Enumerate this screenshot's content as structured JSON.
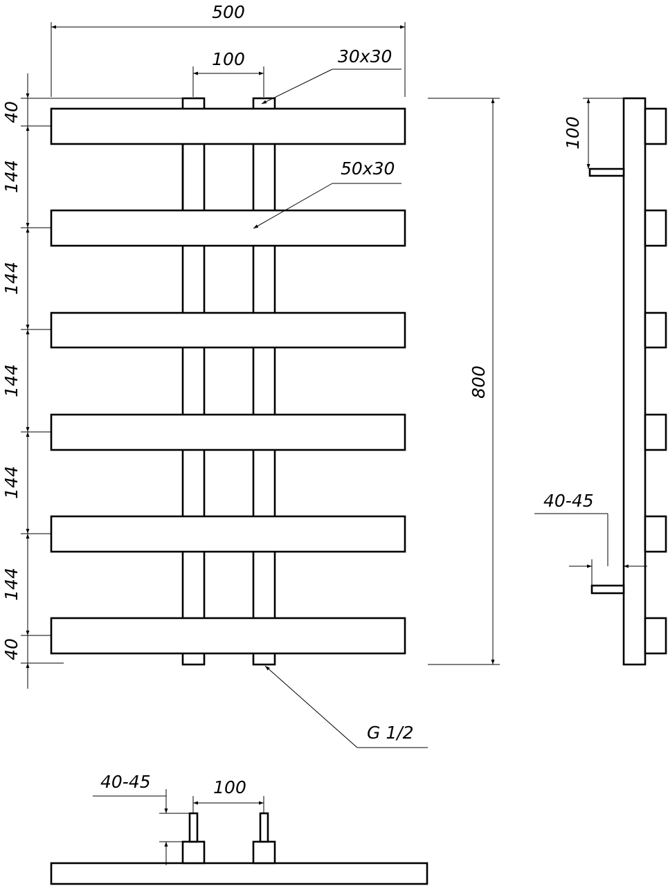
{
  "drawing": {
    "dimensions": {
      "overall_width": "500",
      "pipe_spacing_top": "100",
      "pipe_size": "30x30",
      "bar_size": "50x30",
      "overall_height": "800",
      "top_offset": "40",
      "bar_pitch": [
        "144",
        "144",
        "144",
        "144",
        "144"
      ],
      "bottom_offset": "40",
      "connection_thread": "G 1/2",
      "side_bracket_offset": "100",
      "side_wall_gap": "40-45",
      "bottom_wall_gap": "40-45",
      "bottom_pipe_spacing": "100"
    },
    "bar_count": 6
  }
}
